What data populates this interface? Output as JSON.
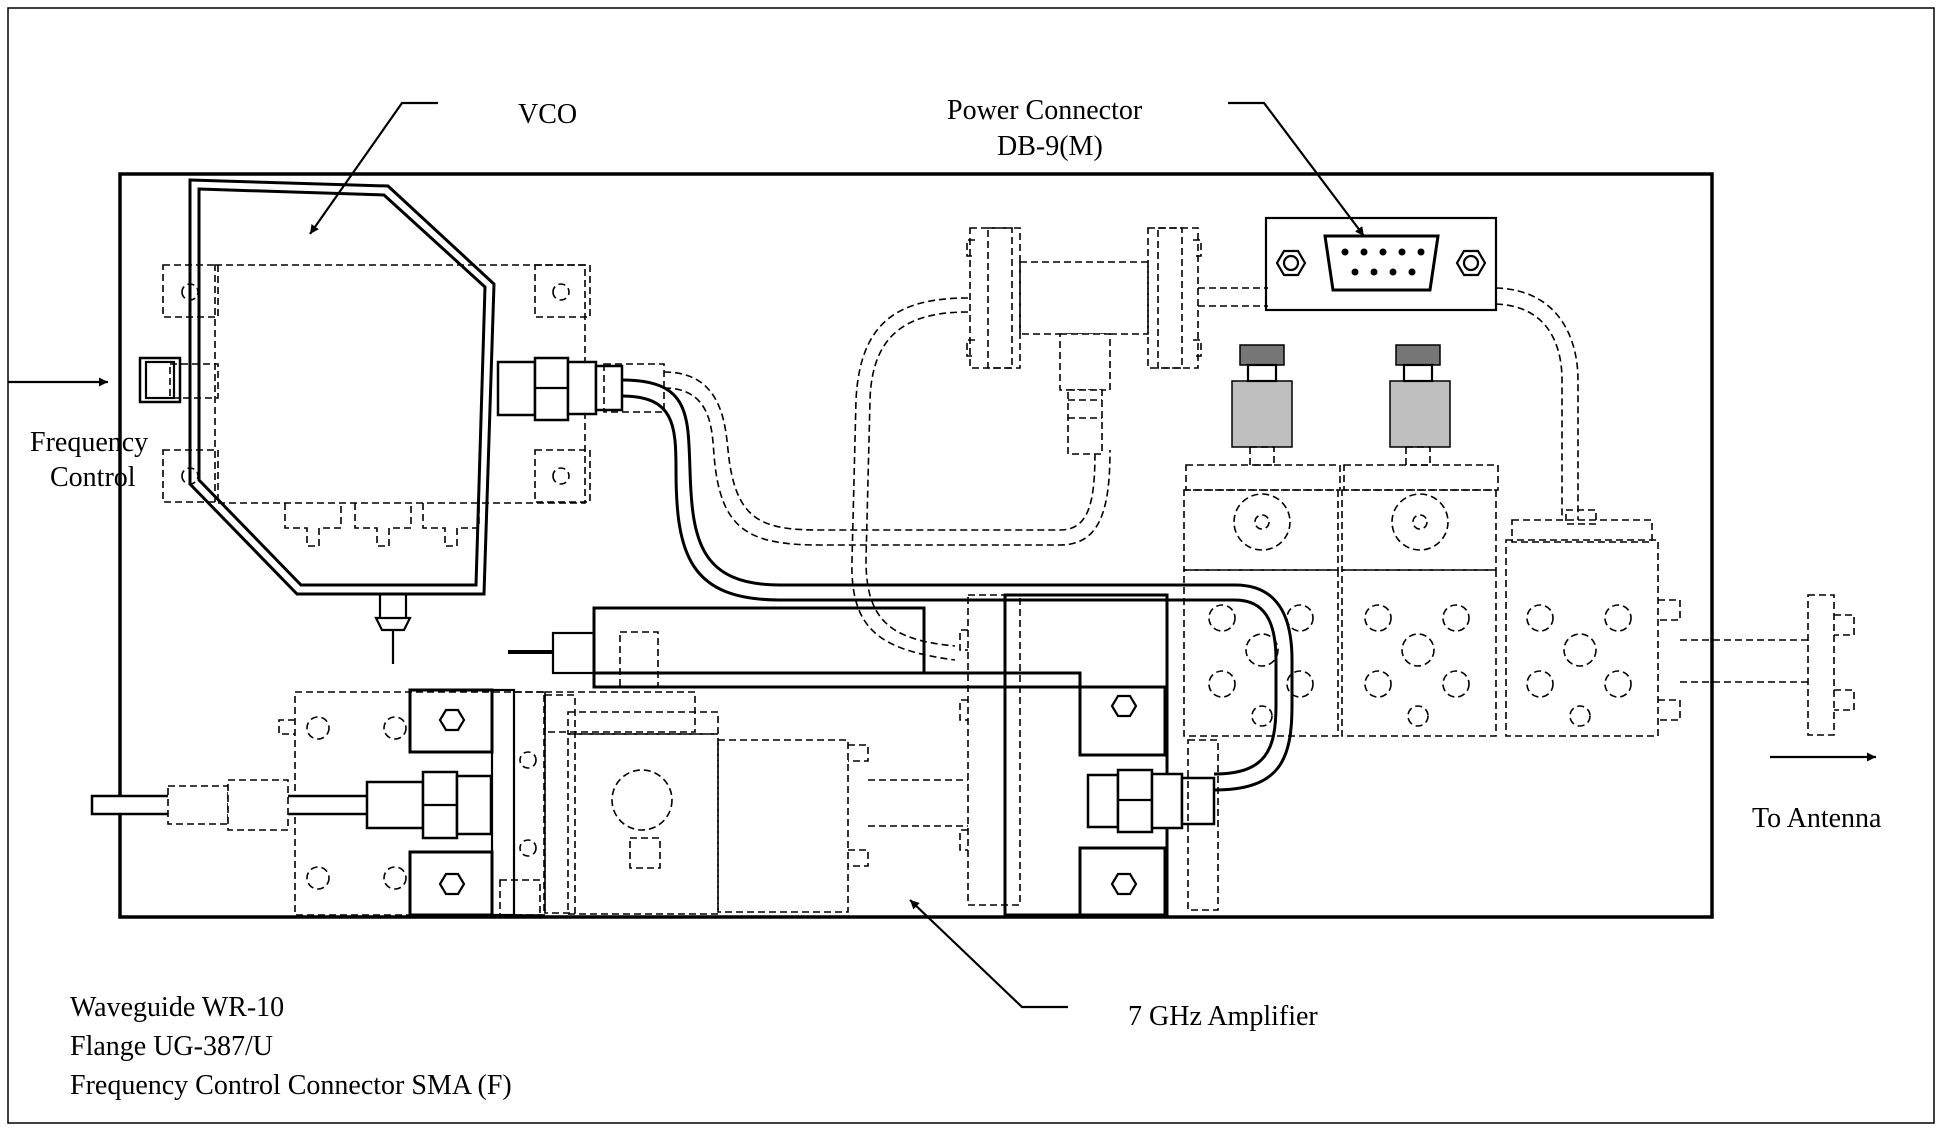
{
  "labels": {
    "vco": "VCO",
    "power_connector_line1": "Power Connector",
    "power_connector_line2": "DB-9(M)",
    "frequency_control_line1": "Frequency",
    "frequency_control_line2": "Control",
    "to_antenna": "To Antenna",
    "amplifier": "7 GHz Amplifier",
    "note_waveguide": "Waveguide WR-10",
    "note_flange": "Flange UG-387/U",
    "note_connector": "Frequency Control Connector SMA (F)"
  },
  "colors": {
    "line": "#000000",
    "background": "#ffffff",
    "cap_dark": "#777777",
    "body_light": "#bfbfbf"
  }
}
